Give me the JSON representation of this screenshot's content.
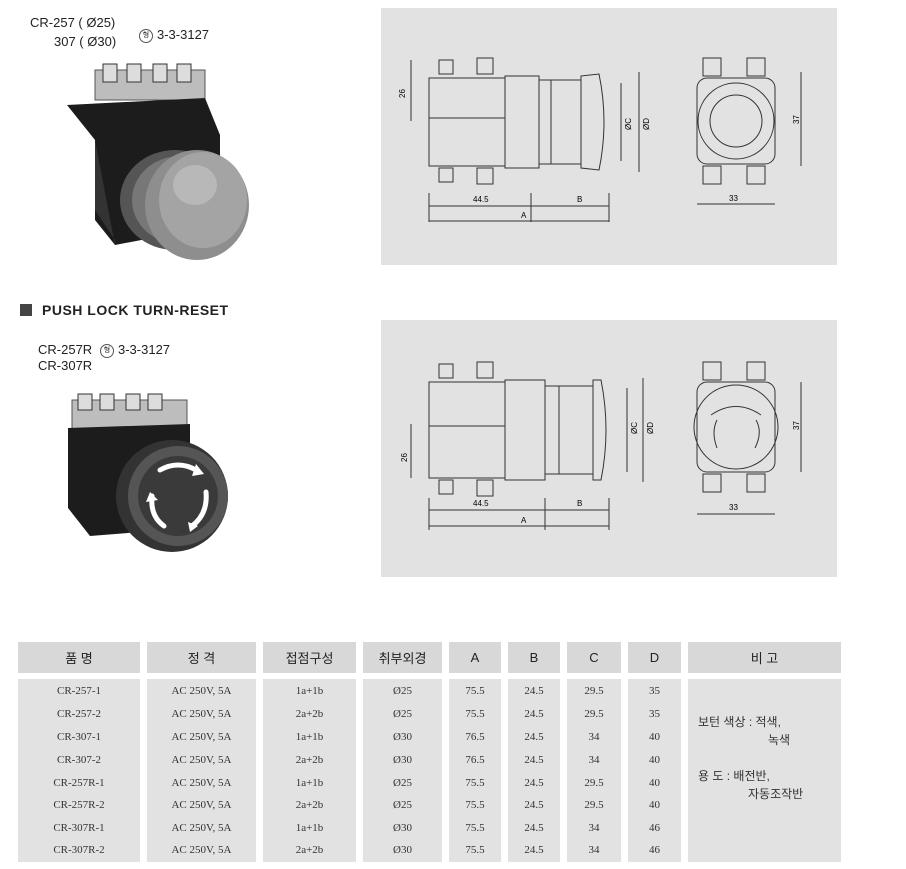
{
  "product1": {
    "model_line1": "CR-257 ( Ø25)",
    "model_line2": "307 ( Ø30)",
    "reg_mark": "형",
    "reg_number": "3-3-3127"
  },
  "section2": {
    "title": "PUSH LOCK TURN-RESET"
  },
  "product2": {
    "model_line1": "CR-257R",
    "model_line2": "CR-307R",
    "reg_mark": "형",
    "reg_number": "3-3-3127"
  },
  "drawing": {
    "dim_26": "26",
    "dim_445": "44.5",
    "dim_A": "A",
    "dim_B": "B",
    "dim_C": "ØC",
    "dim_D": "ØD",
    "dim_37": "37",
    "dim_33": "33"
  },
  "table": {
    "headers": [
      "품  명",
      "정  격",
      "접점구성",
      "취부외경",
      "A",
      "B",
      "C",
      "D",
      "비        고"
    ],
    "rows": [
      [
        "CR-257-1",
        "AC 250V, 5A",
        "1a+1b",
        "Ø25",
        "75.5",
        "24.5",
        "29.5",
        "35"
      ],
      [
        "CR-257-2",
        "AC 250V, 5A",
        "2a+2b",
        "Ø25",
        "75.5",
        "24.5",
        "29.5",
        "35"
      ],
      [
        "CR-307-1",
        "AC 250V, 5A",
        "1a+1b",
        "Ø30",
        "76.5",
        "24.5",
        "34",
        "40"
      ],
      [
        "CR-307-2",
        "AC 250V, 5A",
        "2a+2b",
        "Ø30",
        "76.5",
        "24.5",
        "34",
        "40"
      ],
      [
        "CR-257R-1",
        "AC 250V, 5A",
        "1a+1b",
        "Ø25",
        "75.5",
        "24.5",
        "29.5",
        "40"
      ],
      [
        "CR-257R-2",
        "AC 250V, 5A",
        "2a+2b",
        "Ø25",
        "75.5",
        "24.5",
        "29.5",
        "40"
      ],
      [
        "CR-307R-1",
        "AC 250V, 5A",
        "1a+1b",
        "Ø30",
        "75.5",
        "24.5",
        "34",
        "46"
      ],
      [
        "CR-307R-2",
        "AC 250V, 5A",
        "2a+2b",
        "Ø30",
        "75.5",
        "24.5",
        "34",
        "46"
      ]
    ],
    "remarks": {
      "color_label": "보턴 색상 : 적색,",
      "color_value2": "녹색",
      "use_label": "용    도 : 배전반,",
      "use_value2": "자동조작반"
    }
  }
}
